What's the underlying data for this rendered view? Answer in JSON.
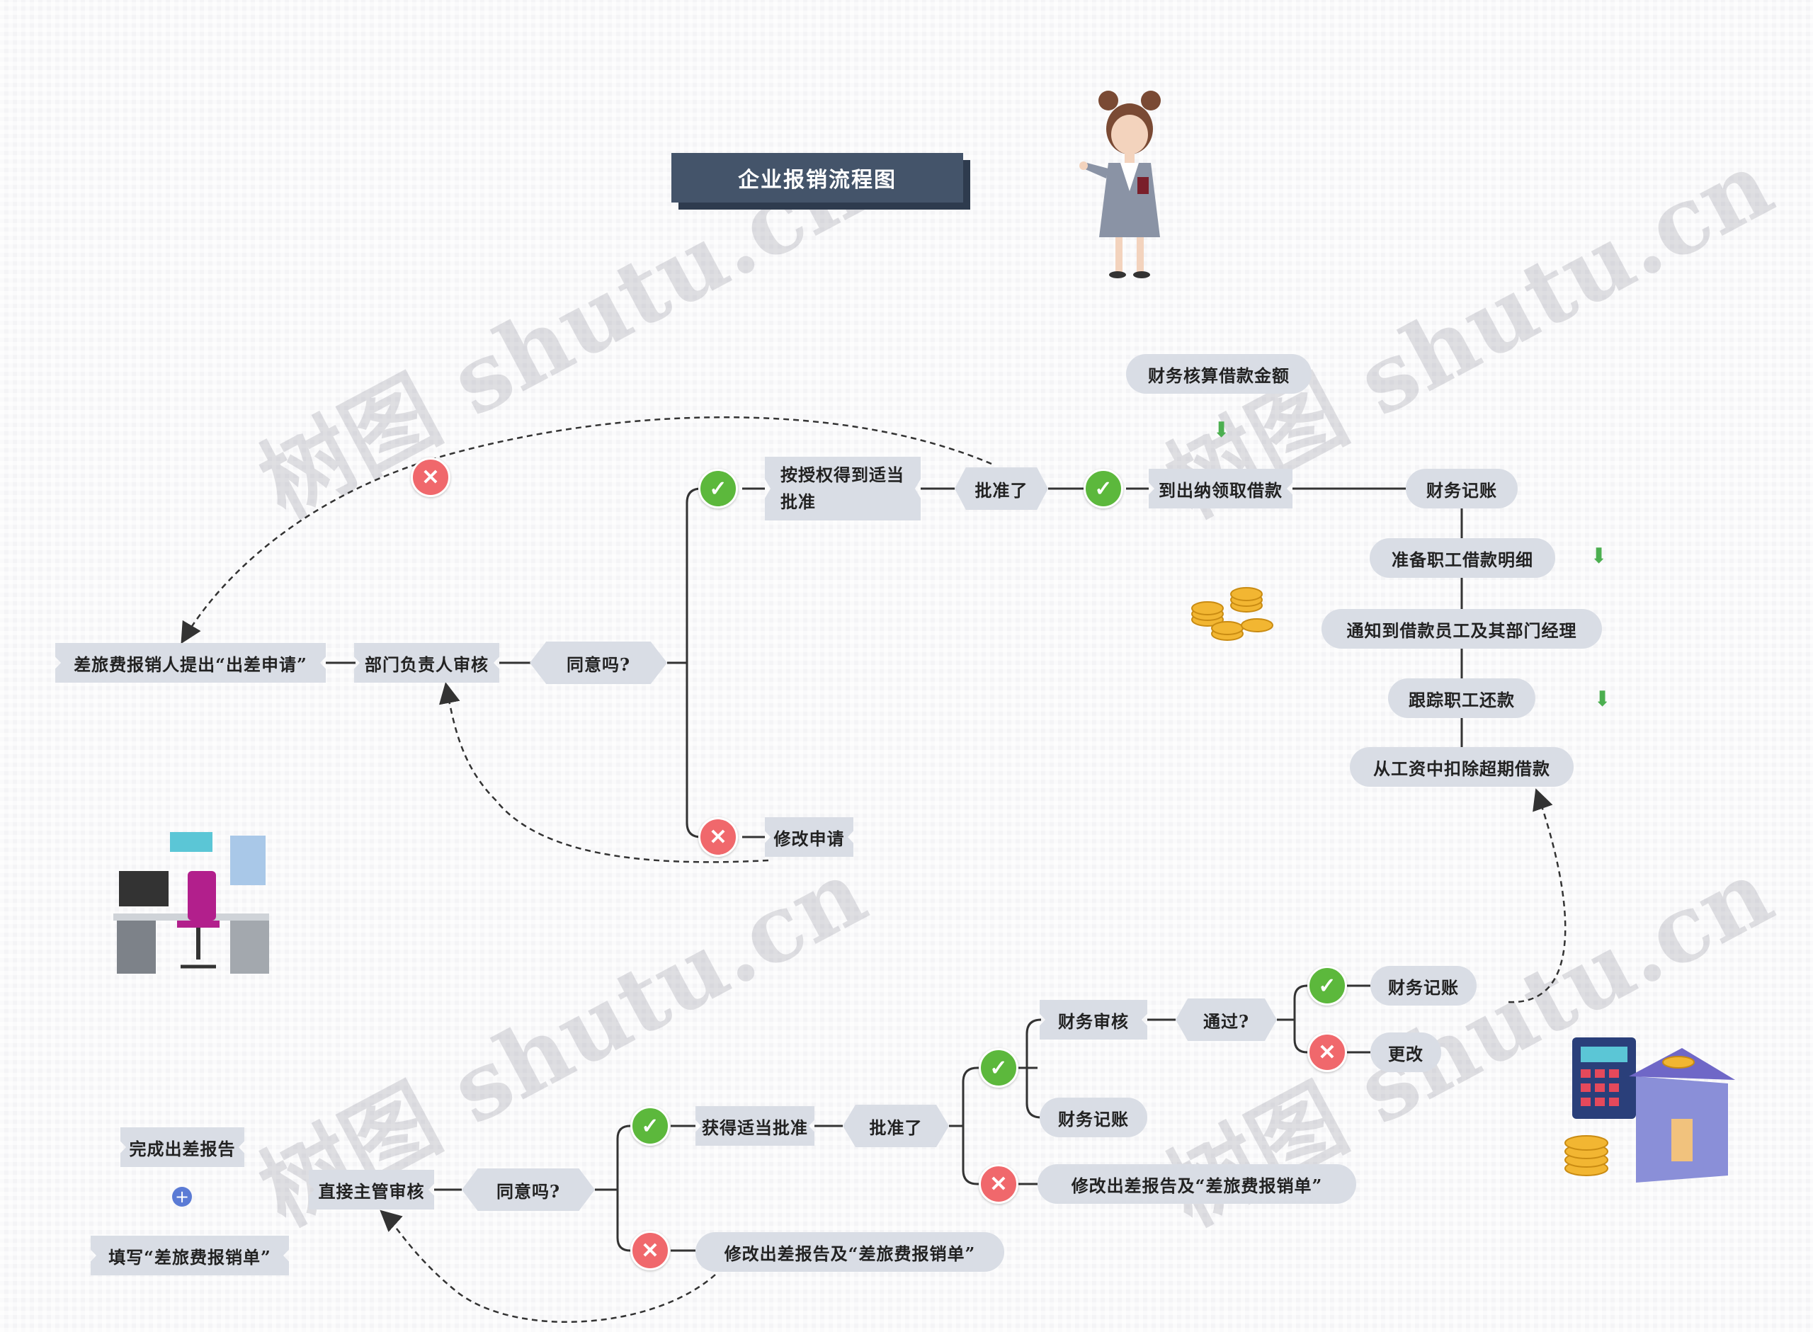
{
  "title": "企业报销流程图",
  "watermark": "树图 shutu.cn",
  "colors": {
    "title_bg": "#44546a",
    "node_bg": "#d9dde5",
    "approve": "#5cb83c",
    "reject": "#f0686c",
    "line": "#333333"
  },
  "nodes": {
    "apply": "差旅费报销人提出“出差申请”",
    "dept_review": "部门负责人审核",
    "agree1": "同意吗?",
    "approve_step": "按授权得到适当批准",
    "approved1": "批准了",
    "get_loan": "到出纳领取借款",
    "finance_calc": "财务核算借款金额",
    "record1": "财务记账",
    "prepare_detail": "准备职工借款明细",
    "notify": "通知到借款员工及其部门经理",
    "track": "跟踪职工还款",
    "deduct": "从工资中扣除超期借款",
    "modify_apply": "修改申请",
    "complete_report": "完成出差报告",
    "fill_form": "填写“差旅费报销单”",
    "supervisor_review": "直接主管审核",
    "agree2": "同意吗?",
    "get_approval": "获得适当批准",
    "approved2": "批准了",
    "finance_review": "财务审核",
    "pass": "通过?",
    "record2": "财务记账",
    "change": "更改",
    "record3": "财务记账",
    "modify_report1": "修改出差报告及“差旅费报销单”",
    "modify_report2": "修改出差报告及“差旅费报销单”"
  },
  "icons": {
    "approve": "check-icon",
    "reject": "cross-icon",
    "down_arrow": "down-arrow-icon",
    "plus": "plus-icon"
  }
}
